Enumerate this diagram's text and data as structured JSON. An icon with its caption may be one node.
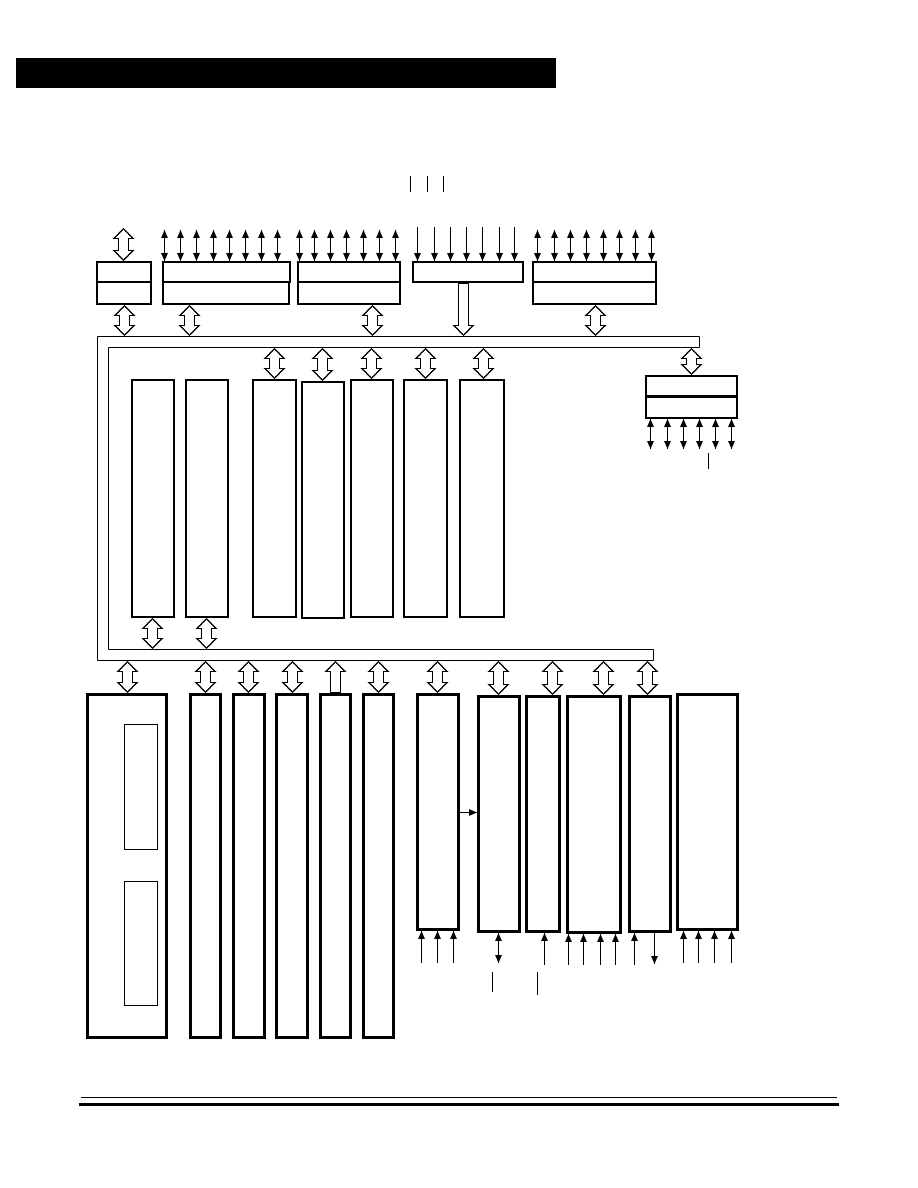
{
  "diagram": {
    "nodes": [
      {
        "text": [],
        "shape": "box"
      },
      {
        "text": [],
        "shape": "box"
      },
      {
        "text": [],
        "shape": "box"
      },
      {
        "text": [],
        "shape": "box"
      },
      {
        "text": [],
        "shape": "box"
      },
      {
        "text": [],
        "shape": "box"
      },
      {
        "text": [],
        "shape": "box"
      },
      {
        "text": [],
        "shape": "box"
      },
      {
        "text": [],
        "shape": "box"
      },
      {
        "text": [],
        "shape": "bar"
      },
      {
        "text": [],
        "shape": "box"
      },
      {
        "text": [],
        "shape": "box"
      },
      {
        "text": [],
        "shape": "box"
      },
      {
        "text": [],
        "shape": "box"
      },
      {
        "text": [],
        "shape": "box"
      },
      {
        "text": [],
        "shape": "box"
      },
      {
        "text": [],
        "shape": "box"
      },
      {
        "text": [],
        "shape": "box"
      },
      {
        "text": [],
        "shape": "box"
      },
      {
        "text": [],
        "shape": "box"
      },
      {
        "text": [],
        "shape": "box",
        "in": 19
      },
      {
        "text": [],
        "shape": "box",
        "in": 19
      },
      {
        "text": [],
        "shape": "box"
      },
      {
        "text": [],
        "shape": "box"
      },
      {
        "text": [],
        "shape": "box"
      },
      {
        "text": [],
        "shape": "box"
      },
      {
        "text": [],
        "shape": "box"
      },
      {
        "text": [],
        "shape": "box"
      },
      {
        "text": [],
        "shape": "box"
      },
      {
        "text": [],
        "shape": "box"
      },
      {
        "text": [],
        "shape": "box"
      },
      {
        "text": [],
        "shape": "box"
      },
      {
        "text": [],
        "shape": "box"
      }
    ],
    "edges": [
      {
        "from": null,
        "to": 0,
        "arrow": "both",
        "style": "thick"
      },
      {
        "from": null,
        "to": 2,
        "arrow": "both"
      },
      {
        "from": null,
        "to": 2,
        "arrow": "both"
      },
      {
        "from": null,
        "to": 2,
        "arrow": "both"
      },
      {
        "from": null,
        "to": 2,
        "arrow": "both"
      },
      {
        "from": null,
        "to": 2,
        "arrow": "both"
      },
      {
        "from": null,
        "to": 2,
        "arrow": "both"
      },
      {
        "from": null,
        "to": 2,
        "arrow": "both"
      },
      {
        "from": null,
        "to": 2,
        "arrow": "both"
      },
      {
        "from": null,
        "to": 4,
        "arrow": "both"
      },
      {
        "from": null,
        "to": 4,
        "arrow": "both"
      },
      {
        "from": null,
        "to": 4,
        "arrow": "both"
      },
      {
        "from": null,
        "to": 4,
        "arrow": "both"
      },
      {
        "from": null,
        "to": 4,
        "arrow": "both"
      },
      {
        "from": null,
        "to": 4,
        "arrow": "both"
      },
      {
        "from": null,
        "to": 4,
        "arrow": "both"
      },
      {
        "from": null,
        "to": 6,
        "arrow": "to"
      },
      {
        "from": null,
        "to": 6,
        "arrow": "to"
      },
      {
        "from": null,
        "to": 6,
        "arrow": "to"
      },
      {
        "from": null,
        "to": 6,
        "arrow": "to"
      },
      {
        "from": null,
        "to": 6,
        "arrow": "to"
      },
      {
        "from": null,
        "to": 6,
        "arrow": "to"
      },
      {
        "from": null,
        "to": 6,
        "arrow": "to"
      },
      {
        "from": null,
        "to": 7,
        "arrow": "both"
      },
      {
        "from": null,
        "to": 7,
        "arrow": "both"
      },
      {
        "from": null,
        "to": 7,
        "arrow": "both"
      },
      {
        "from": null,
        "to": 7,
        "arrow": "both"
      },
      {
        "from": null,
        "to": 7,
        "arrow": "both"
      },
      {
        "from": null,
        "to": 7,
        "arrow": "both"
      },
      {
        "from": null,
        "to": 7,
        "arrow": "both"
      },
      {
        "from": null,
        "to": 7,
        "arrow": "both"
      },
      {
        "from": 1,
        "to": 9,
        "arrow": "both",
        "style": "thick"
      },
      {
        "from": 3,
        "to": 9,
        "arrow": "both",
        "style": "thick"
      },
      {
        "from": 5,
        "to": 9,
        "arrow": "both",
        "style": "thick"
      },
      {
        "from": 6,
        "to": 9,
        "arrow": "to",
        "style": "thick"
      },
      {
        "from": 8,
        "to": 9,
        "arrow": "both",
        "style": "thick"
      },
      {
        "from": 9,
        "to": 14,
        "arrow": "both",
        "style": "thick"
      },
      {
        "from": 9,
        "to": 15,
        "arrow": "both",
        "style": "thick"
      },
      {
        "from": 9,
        "to": 16,
        "arrow": "both",
        "style": "thick"
      },
      {
        "from": 9,
        "to": 17,
        "arrow": "both",
        "style": "thick"
      },
      {
        "from": 9,
        "to": 18,
        "arrow": "both",
        "style": "thick"
      },
      {
        "from": 9,
        "to": 10,
        "arrow": "both",
        "style": "thick"
      },
      {
        "from": 11,
        "to": null,
        "arrow": "both"
      },
      {
        "from": 11,
        "to": null,
        "arrow": "both"
      },
      {
        "from": 11,
        "to": null,
        "arrow": "both"
      },
      {
        "from": 11,
        "to": null,
        "arrow": "both"
      },
      {
        "from": 11,
        "to": null,
        "arrow": "both"
      },
      {
        "from": 11,
        "to": null,
        "arrow": "both"
      },
      {
        "from": 12,
        "to": 9,
        "arrow": "both",
        "style": "thick"
      },
      {
        "from": 13,
        "to": 9,
        "arrow": "both",
        "style": "thick"
      },
      {
        "from": 9,
        "to": 19,
        "arrow": "both",
        "style": "thick"
      },
      {
        "from": 9,
        "to": 22,
        "arrow": "both",
        "style": "thick"
      },
      {
        "from": 9,
        "to": 23,
        "arrow": "both",
        "style": "thick"
      },
      {
        "from": 9,
        "to": 24,
        "arrow": "both",
        "style": "thick"
      },
      {
        "from": 25,
        "to": 9,
        "arrow": "to",
        "style": "thick"
      },
      {
        "from": 9,
        "to": 26,
        "arrow": "both",
        "style": "thick"
      },
      {
        "from": 9,
        "to": 27,
        "arrow": "both",
        "style": "thick"
      },
      {
        "from": 9,
        "to": 28,
        "arrow": "both",
        "style": "thick"
      },
      {
        "from": 9,
        "to": 29,
        "arrow": "both",
        "style": "thick"
      },
      {
        "from": 9,
        "to": 30,
        "arrow": "both",
        "style": "thick"
      },
      {
        "from": 9,
        "to": 31,
        "arrow": "both",
        "style": "thick"
      },
      {
        "from": 27,
        "to": 28,
        "arrow": "to"
      },
      {
        "from": null,
        "to": 27,
        "arrow": "to"
      },
      {
        "from": null,
        "to": 27,
        "arrow": "to"
      },
      {
        "from": null,
        "to": 27,
        "arrow": "to"
      },
      {
        "from": 28,
        "to": null,
        "arrow": "both"
      },
      {
        "from": null,
        "to": 29,
        "arrow": "to"
      },
      {
        "from": null,
        "to": 30,
        "arrow": "to"
      },
      {
        "from": null,
        "to": 30,
        "arrow": "to"
      },
      {
        "from": null,
        "to": 30,
        "arrow": "to"
      },
      {
        "from": null,
        "to": 30,
        "arrow": "to"
      },
      {
        "from": null,
        "to": 31,
        "arrow": "to"
      },
      {
        "from": 31,
        "to": null,
        "arrow": "to"
      },
      {
        "from": null,
        "to": 32,
        "arrow": "to"
      },
      {
        "from": null,
        "to": 32,
        "arrow": "to"
      },
      {
        "from": null,
        "to": 32,
        "arrow": "to"
      },
      {
        "from": null,
        "to": 32,
        "arrow": "to"
      }
    ]
  }
}
